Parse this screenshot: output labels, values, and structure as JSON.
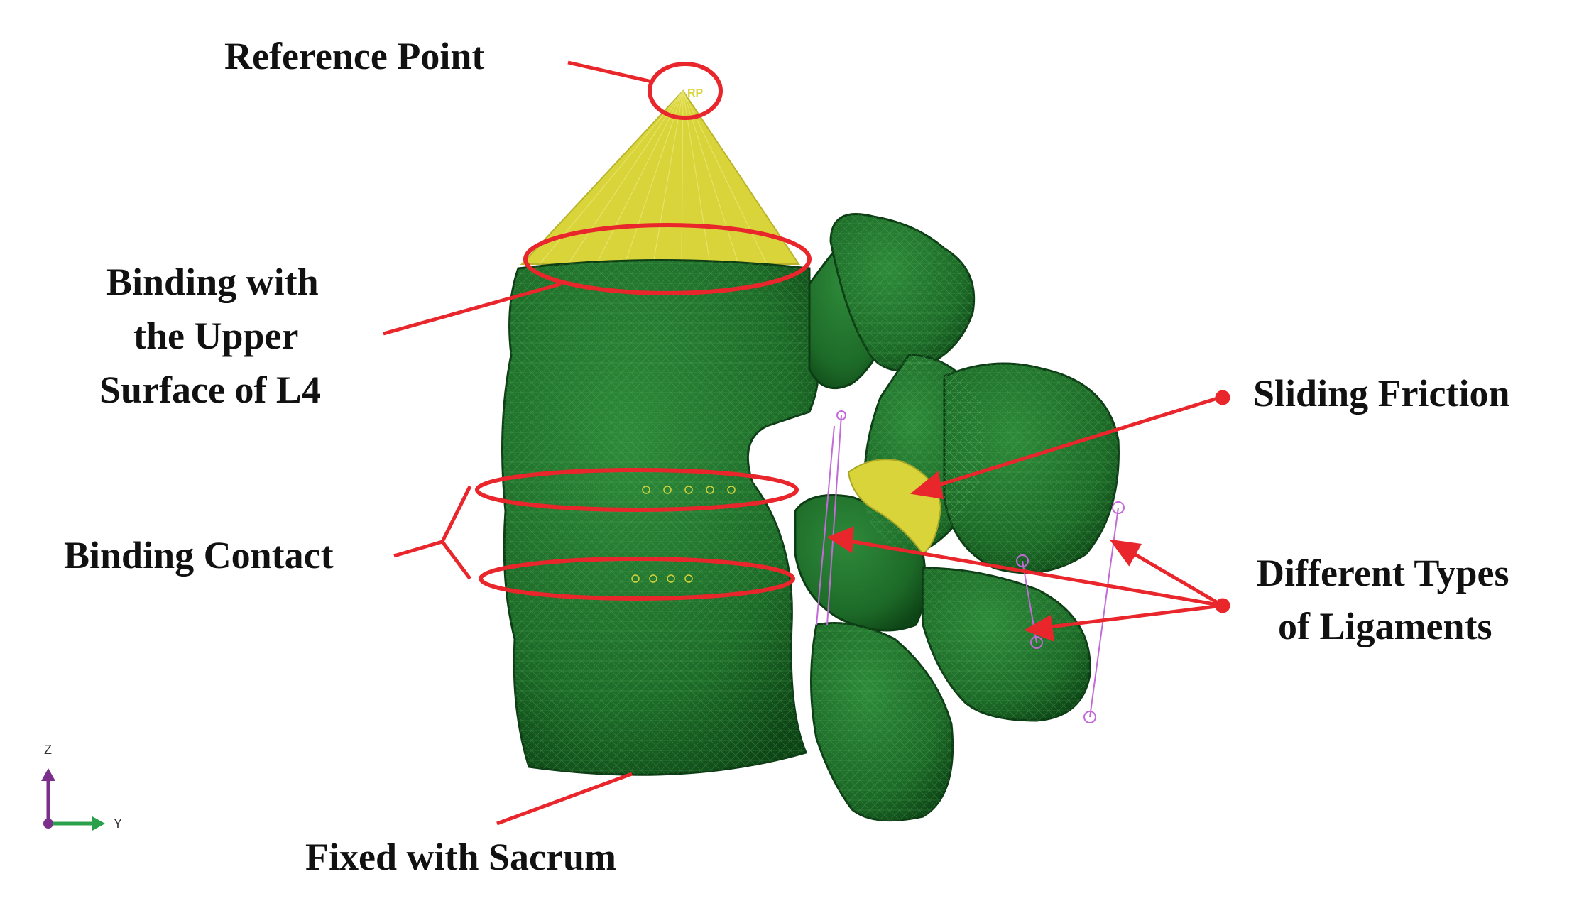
{
  "colors": {
    "bone": "#1f6e2a",
    "bone_dark": "#0f4a18",
    "bone_light": "#3f9a4c",
    "coupling": "#d9d63a",
    "annotation": "#e8262b",
    "ligament": "#c26ad8",
    "axis_z": "#7a2f8a",
    "axis_y": "#2aa04a"
  },
  "labels": {
    "reference_point": "Reference Point",
    "binding_upper_line1": "Binding with",
    "binding_upper_line2": "the Upper",
    "binding_upper_line3": "Surface of L4",
    "sliding_friction": "Sliding Friction",
    "binding_contact": "Binding Contact",
    "ligaments_line1": "Different Types",
    "ligaments_line2": "of Ligaments",
    "fixed_sacrum": "Fixed with Sacrum"
  },
  "model": {
    "rp_marker": "RP"
  },
  "triad": {
    "z": "Z",
    "y": "Y"
  }
}
